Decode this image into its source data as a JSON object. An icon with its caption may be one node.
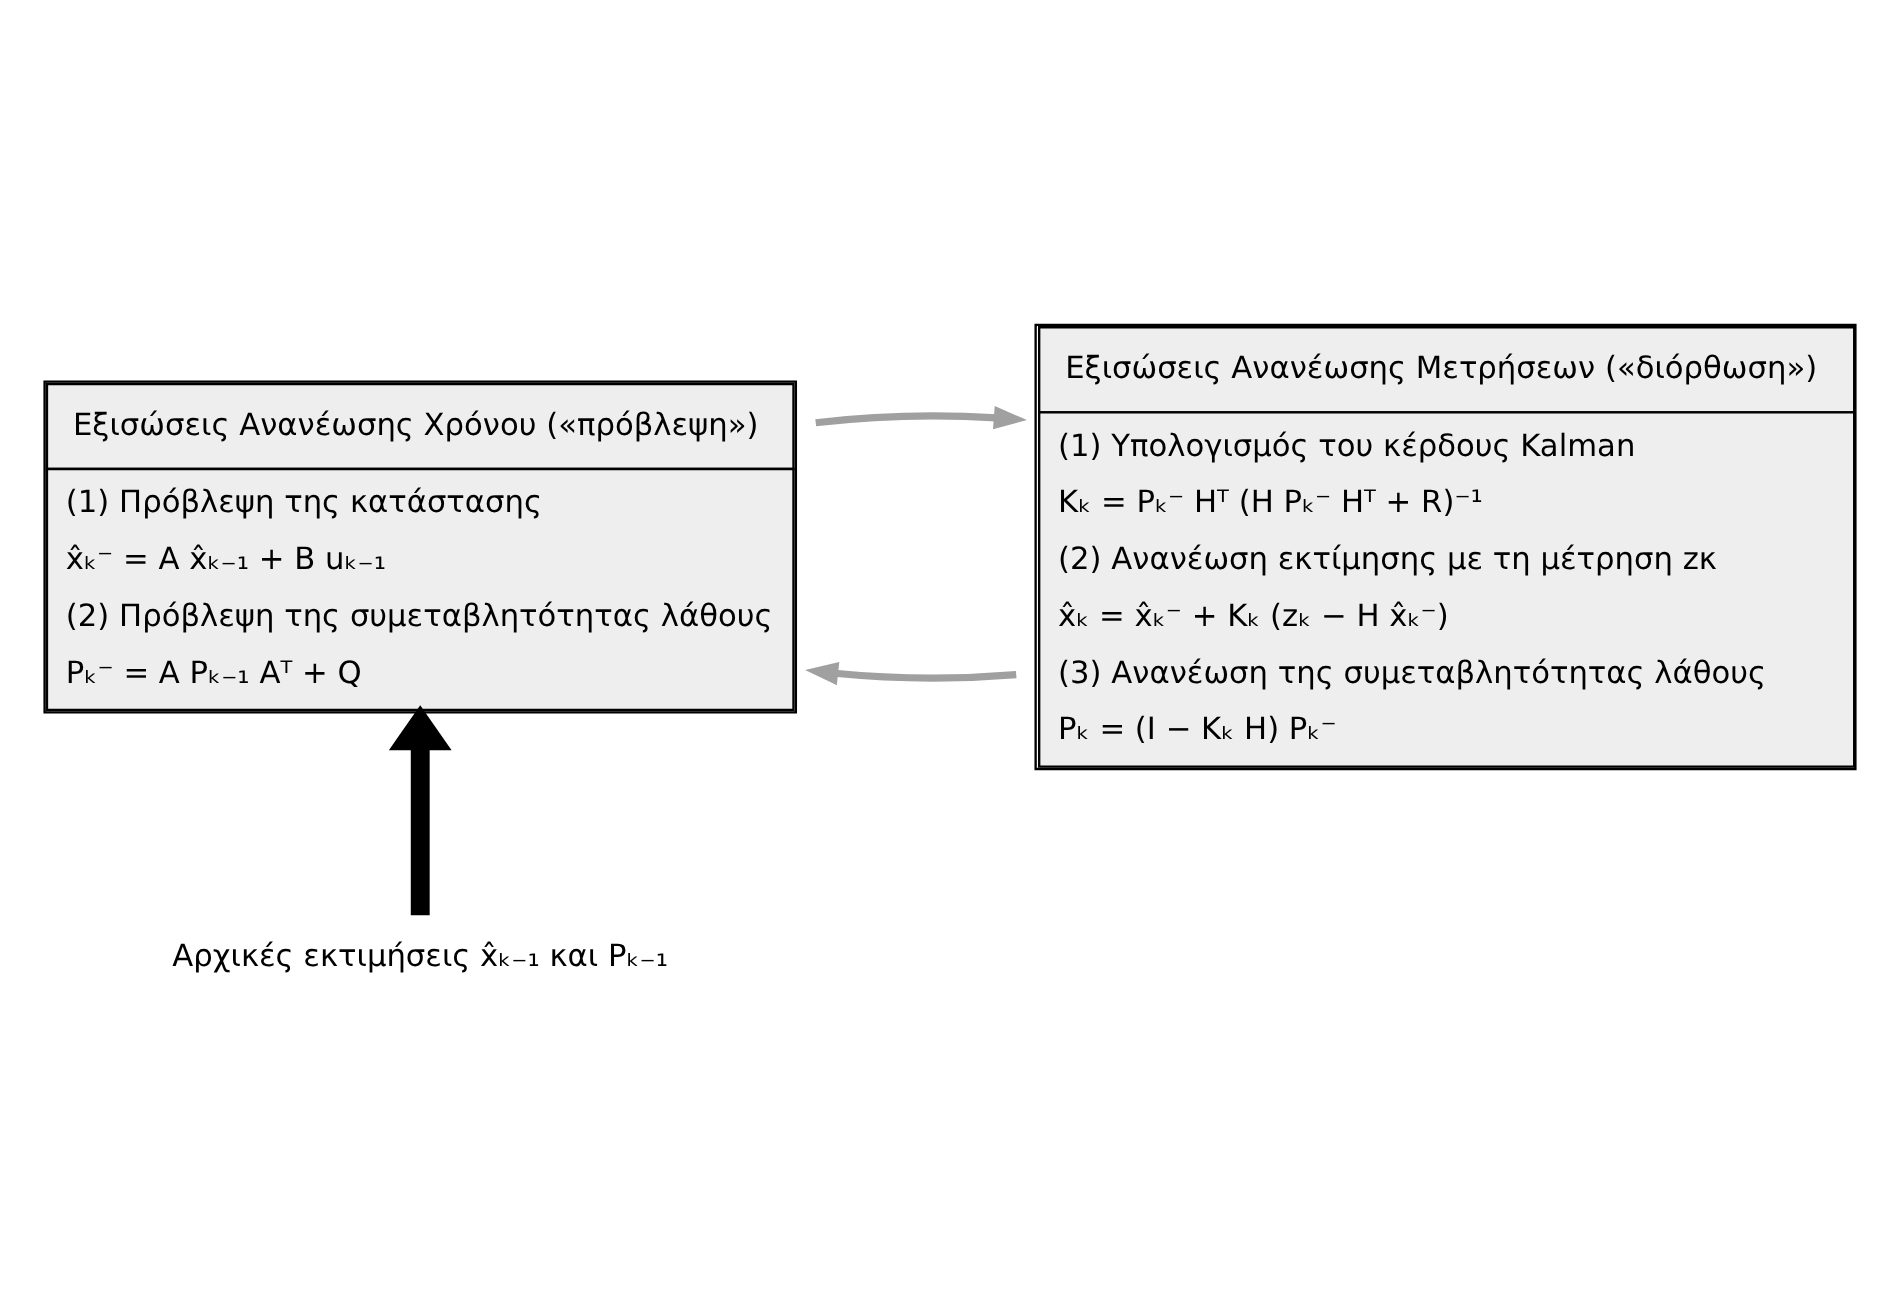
{
  "diagram": {
    "nodes": [
      {
        "text": [
          "Εξισώσεις Ανανέωσης Χρόνου («πρόβλεψη»)",
          "(1) Πρόβλεψη της κατάστασης",
          "x̂ₖ⁻ = A x̂ₖ₋₁ + B uₖ₋₁",
          "(2) Πρόβλεψη της συμεταβλητότητας λάθους",
          "Pₖ⁻ = A Pₖ₋₁ Aᵀ + Q"
        ]
      },
      {
        "text": [
          "Εξισώσεις Ανανέωσης Μετρήσεων («διόρθωση»)",
          "(1) Υπολογισμός του κέρδους Kalman",
          "Kₖ = Pₖ⁻ Hᵀ (H Pₖ⁻ Hᵀ + R)⁻¹",
          "(2) Ανανέωση εκτίμησης με τη μέτρηση zκ",
          "x̂ₖ = x̂ₖ⁻ + Kₖ (zₖ − H x̂ₖ⁻)",
          "(3) Ανανέωση της συμεταβλητότητας λάθους",
          "Pₖ = (I − Kₖ H) Pₖ⁻"
        ]
      },
      {
        "text": [
          "Αρχικές εκτιμήσεις x̂ₖ₋₁ και Pₖ₋₁"
        ]
      }
    ],
    "edges": [
      {
        "from": 0,
        "to": 1,
        "arrow": "to"
      },
      {
        "from": 1,
        "to": 0,
        "arrow": "to"
      },
      {
        "from": 2,
        "to": 0,
        "arrow": "to",
        "style": "thick",
        "color": "#000000"
      }
    ]
  }
}
